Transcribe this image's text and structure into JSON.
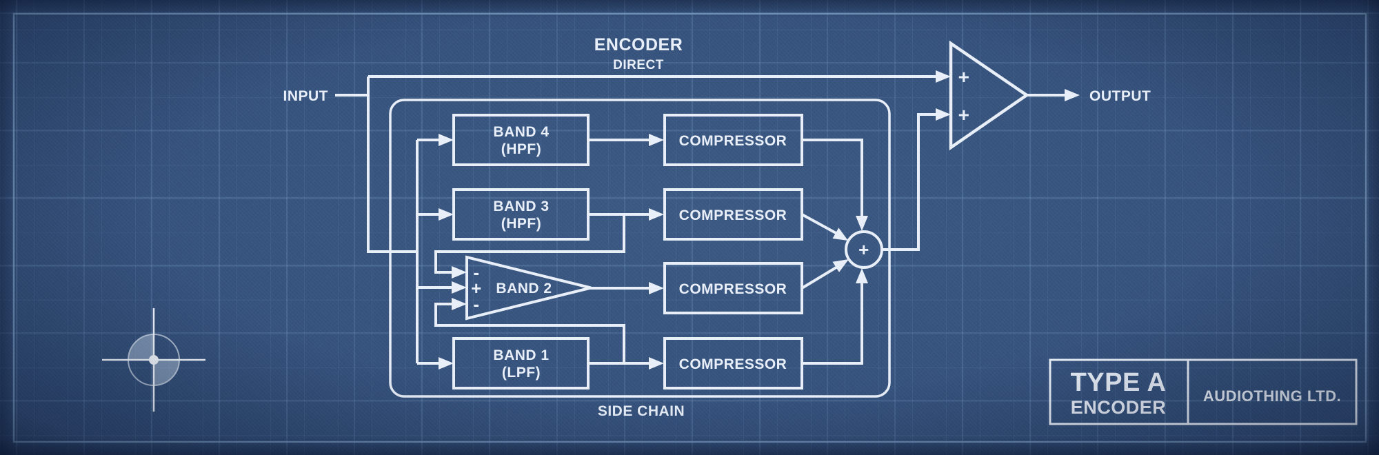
{
  "title": {
    "main": "ENCODER",
    "sub": "DIRECT"
  },
  "io": {
    "input_label": "INPUT",
    "output_label": "OUTPUT"
  },
  "side_chain": {
    "label": "SIDE CHAIN",
    "bands": [
      {
        "name": "BAND 4",
        "filter": "(HPF)"
      },
      {
        "name": "BAND 3",
        "filter": "(HPF)"
      },
      {
        "name": "BAND 2",
        "filter": ""
      },
      {
        "name": "BAND 1",
        "filter": "(LPF)"
      }
    ],
    "compressor_label": "COMPRESSOR",
    "band2_inputs": [
      "-",
      "+",
      "-"
    ]
  },
  "summing": {
    "amp_inputs": [
      "+",
      "+"
    ],
    "mixer_symbol": "+"
  },
  "title_block": {
    "model": "TYPE A",
    "model_type": "ENCODER",
    "company": "AUDIOTHING LTD."
  },
  "colors": {
    "background": "#2f4d79",
    "line": "#e9eff8",
    "grid": "#97c4f0",
    "border": "#7ea3cc"
  }
}
